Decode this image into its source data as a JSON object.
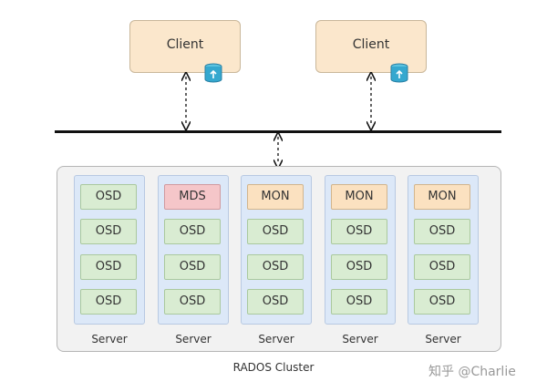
{
  "clients": [
    {
      "label": "Client"
    },
    {
      "label": "Client"
    }
  ],
  "servers": [
    {
      "label": "Server",
      "boxes": [
        "OSD",
        "OSD",
        "OSD",
        "OSD"
      ]
    },
    {
      "label": "Server",
      "boxes": [
        "MDS",
        "OSD",
        "OSD",
        "OSD"
      ]
    },
    {
      "label": "Server",
      "boxes": [
        "MON",
        "OSD",
        "OSD",
        "OSD"
      ]
    },
    {
      "label": "Server",
      "boxes": [
        "MON",
        "OSD",
        "OSD",
        "OSD"
      ]
    },
    {
      "label": "Server",
      "boxes": [
        "MON",
        "OSD",
        "OSD",
        "OSD"
      ]
    }
  ],
  "cluster_label": "RADOS Cluster",
  "watermark": "知乎 @Charlie",
  "colors": {
    "client_fill": "#fbe7cc",
    "osd_fill": "#d9ecd2",
    "mds_fill": "#f5c6c9",
    "mon_fill": "#fbe1c0",
    "server_fill": "#dce8f8",
    "db_icon": "#35a8cf"
  }
}
